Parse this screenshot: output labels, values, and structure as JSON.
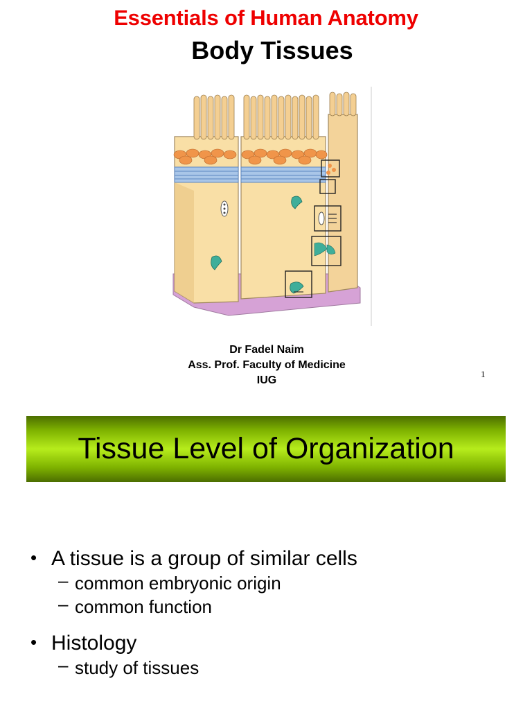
{
  "slide1": {
    "course_title": "Essentials of Human Anatomy",
    "lecture_title": "Body Tissues",
    "illustration": {
      "icon": "epithelial-cell-junctions-illustration",
      "colors": {
        "cell_body": "#f9dfa6",
        "microvilli": "#f4cf92",
        "tight_junction_band": "#f0954a",
        "intermediate_band": "#8ab2dd",
        "basement_membrane": "#d6a2d6",
        "junction_protein": "#3fae9a"
      }
    },
    "author": {
      "name": "Dr Fadel Naim",
      "position": "Ass. Prof. Faculty of Medicine",
      "institution": "IUG"
    },
    "page_number": "1"
  },
  "slide2": {
    "title": "Tissue Level of Organization",
    "band_color": "#9fd41a",
    "bullets": [
      {
        "text": "A tissue is a group of similar cells",
        "sub": [
          "common embryonic origin",
          "common function"
        ]
      },
      {
        "text": "Histology",
        "sub": [
          "study of tissues"
        ]
      }
    ]
  }
}
